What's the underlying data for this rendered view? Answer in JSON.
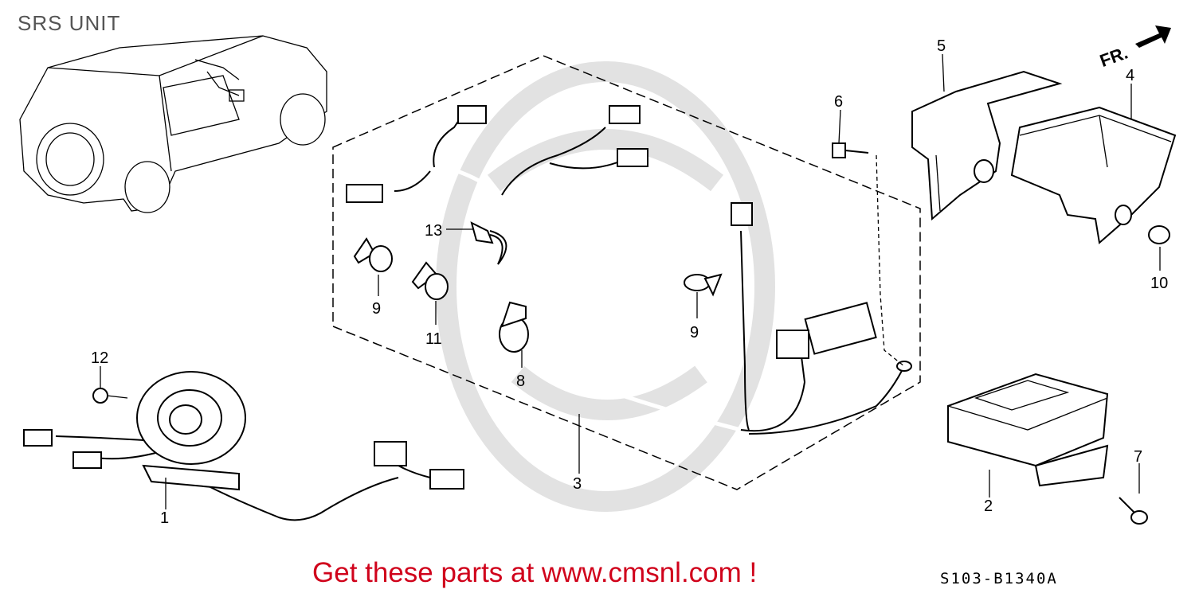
{
  "title": "SRS UNIT",
  "footer": "Get these parts at www.cmsnl.com !",
  "diagram_code": "S103-B1340A",
  "direction_label": "FR.",
  "colors": {
    "footer_text": "#d0021b",
    "line": "#000000",
    "watermark": "#e2e2e2"
  },
  "callouts": {
    "c1": "1",
    "c2": "2",
    "c3": "3",
    "c4": "4",
    "c5": "5",
    "c6": "6",
    "c7": "7",
    "c8": "8",
    "c9a": "9",
    "c9b": "9",
    "c10": "10",
    "c11": "11",
    "c12": "12",
    "c13": "13"
  }
}
